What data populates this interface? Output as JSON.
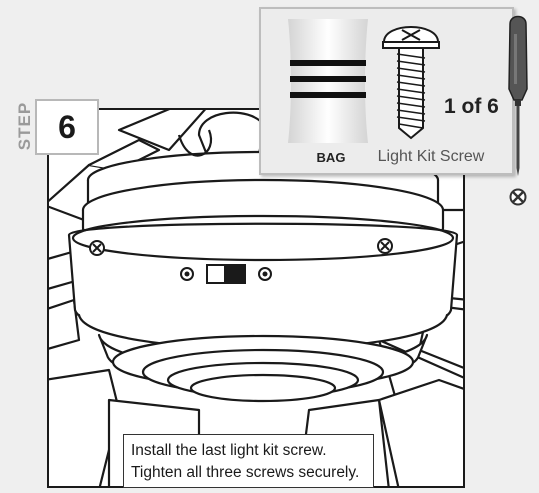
{
  "step": {
    "word": "STEP",
    "number": "6"
  },
  "parts": {
    "bag_label": "BAG",
    "item_name": "Light Kit Screw",
    "count": "1 of 6",
    "tool": "phillips-screwdriver-icon"
  },
  "instructions": [
    "Install the last light kit screw.",
    "Tighten all three screws securely."
  ],
  "colors": {
    "page_background": "#efefef",
    "card_background": "#ececec",
    "line_art": "#1a1a1a",
    "step_label": "#9a9a9a"
  }
}
